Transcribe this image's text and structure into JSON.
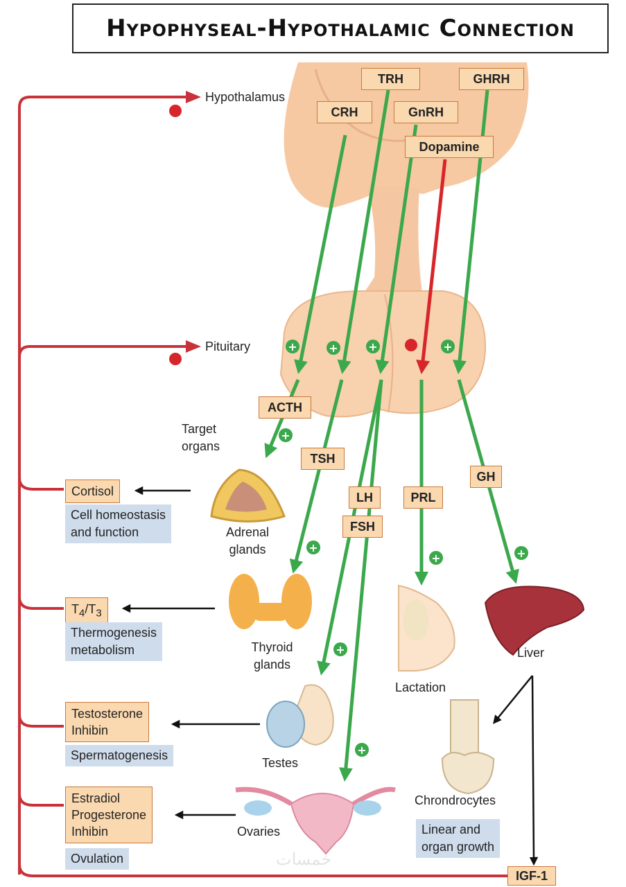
{
  "title": "Hypophyseal-Hypothalamic Connection",
  "levels": {
    "hypothalamus": "Hypothalamus",
    "pituitary": "Pituitary"
  },
  "releasing_hormones": {
    "trh": "TRH",
    "ghrh": "GHRH",
    "crh": "CRH",
    "gnrh": "GnRH",
    "dopamine": "Dopamine"
  },
  "pituitary_hormones": {
    "acth": "ACTH",
    "tsh": "TSH",
    "lh": "LH",
    "fsh": "FSH",
    "prl": "PRL",
    "gh": "GH"
  },
  "target_organs_label": [
    "Target",
    "organs"
  ],
  "organs": {
    "adrenal": [
      "Adrenal",
      "glands"
    ],
    "thyroid": [
      "Thyroid",
      "glands"
    ],
    "testes": "Testes",
    "ovaries": "Ovaries",
    "lactation": "Lactation",
    "liver": "Liver",
    "chondrocytes": "Chrondrocytes"
  },
  "output_hormones": {
    "cortisol": "Cortisol",
    "t4": "T",
    "t4_sub": "4",
    "t3": "/T",
    "t3_sub": "3",
    "testosterone": [
      "Testosterone",
      "Inhibin"
    ],
    "estradiol": [
      "Estradiol",
      "Progesterone",
      "Inhibin"
    ],
    "igf1": "IGF-1"
  },
  "effects": {
    "cortisol": [
      "Cell homeostasis",
      "and function"
    ],
    "thyroid": [
      "Thermogenesis",
      "metabolism"
    ],
    "testes": "Spermatogenesis",
    "ovaries": "Ovulation",
    "chondrocytes": [
      "Linear and",
      "organ growth"
    ]
  },
  "symbols": {
    "stimulate": "+"
  },
  "icons": {
    "inhibit": "red-dot-icon",
    "stimulate": "green-plus-icon"
  },
  "colors": {
    "stimulate": "#3aa84b",
    "inhibit": "#d7262b",
    "feedback": "#c8323a",
    "hormone_box": "#fbd9b0",
    "effect_box": "#cfdcec",
    "tissue": "#f2c6a0"
  },
  "watermark": "خمسات"
}
